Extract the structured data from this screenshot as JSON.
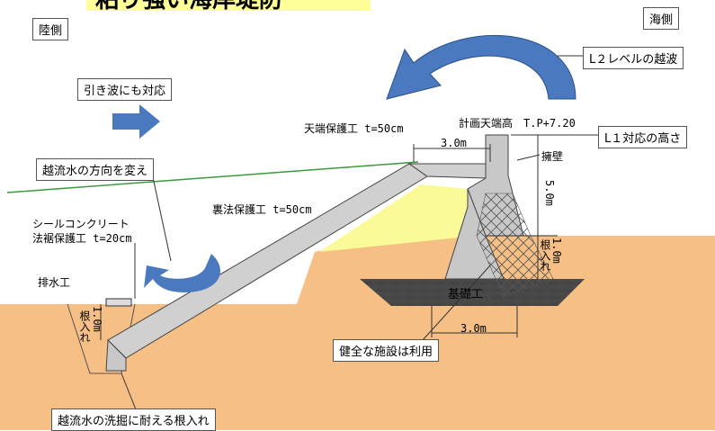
{
  "title": "粘り強い海岸堤防",
  "labels": {
    "land_side": "陸側",
    "sea_side": "海側",
    "backwash": "引き波にも対応",
    "l2_overtopping": "L２レベルの越波",
    "l1_height": "L１対応の高さ",
    "crest_protection": "天端保護工 t=50cm",
    "planned_crest": "計画天端高　T.P+7.20",
    "crest_width": "3.0m",
    "parapet": "擁壁",
    "change_flow": "越流水の方向を変え",
    "back_slope_protection": "裏法保護工 t=50cm",
    "seal_concrete": "シールコンクリート",
    "toe_protection": "法裾保護工 t=20cm",
    "drainage": "排水工",
    "embed_left": "根入れ",
    "embed_left_depth": "1.0m",
    "height_5m": "5.0m",
    "embed_right": "根入れ",
    "embed_right_depth": "1.0m",
    "foundation": "基礎工",
    "foundation_width": "3.0m",
    "reuse_sound": "健全な施設は利用",
    "scour_resist": "越流水の洗掘に耐える根入れ"
  },
  "colors": {
    "ground": "#f5bf86",
    "fill": "#fafa99",
    "concrete": "#c8c8c8",
    "arrow": "#4a79c0",
    "title_bg": "#ffff99"
  },
  "icons": [
    "overtopping-arrow",
    "backwash-arrow",
    "vortex-arrow"
  ]
}
